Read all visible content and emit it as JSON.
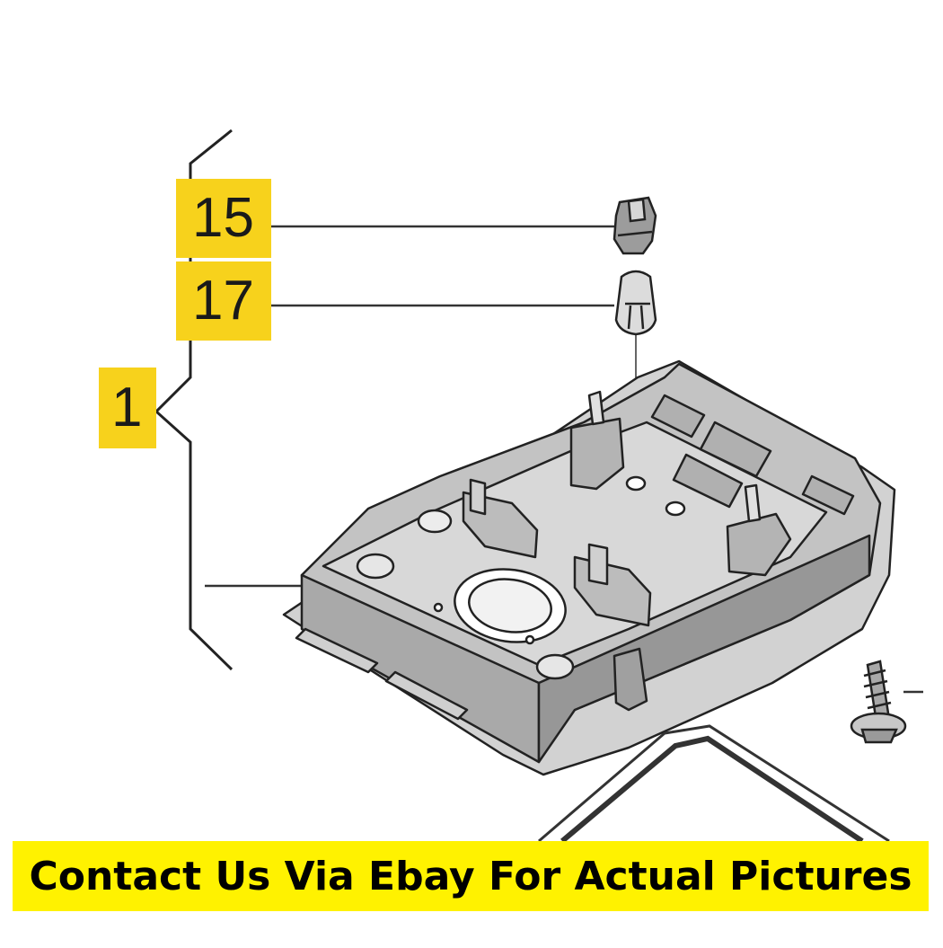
{
  "callouts": {
    "part_15": "15",
    "part_17": "17",
    "part_1": "1",
    "screw_dash": "-"
  },
  "banner": {
    "text": "Contact Us Via Ebay For Actual Pictures"
  },
  "colors": {
    "callout_highlight": "#f7d21c",
    "banner_background": "#fff200",
    "line_color": "#222222",
    "part_fill": "#bdbdbd",
    "part_fill_light": "#d9d9d9"
  }
}
